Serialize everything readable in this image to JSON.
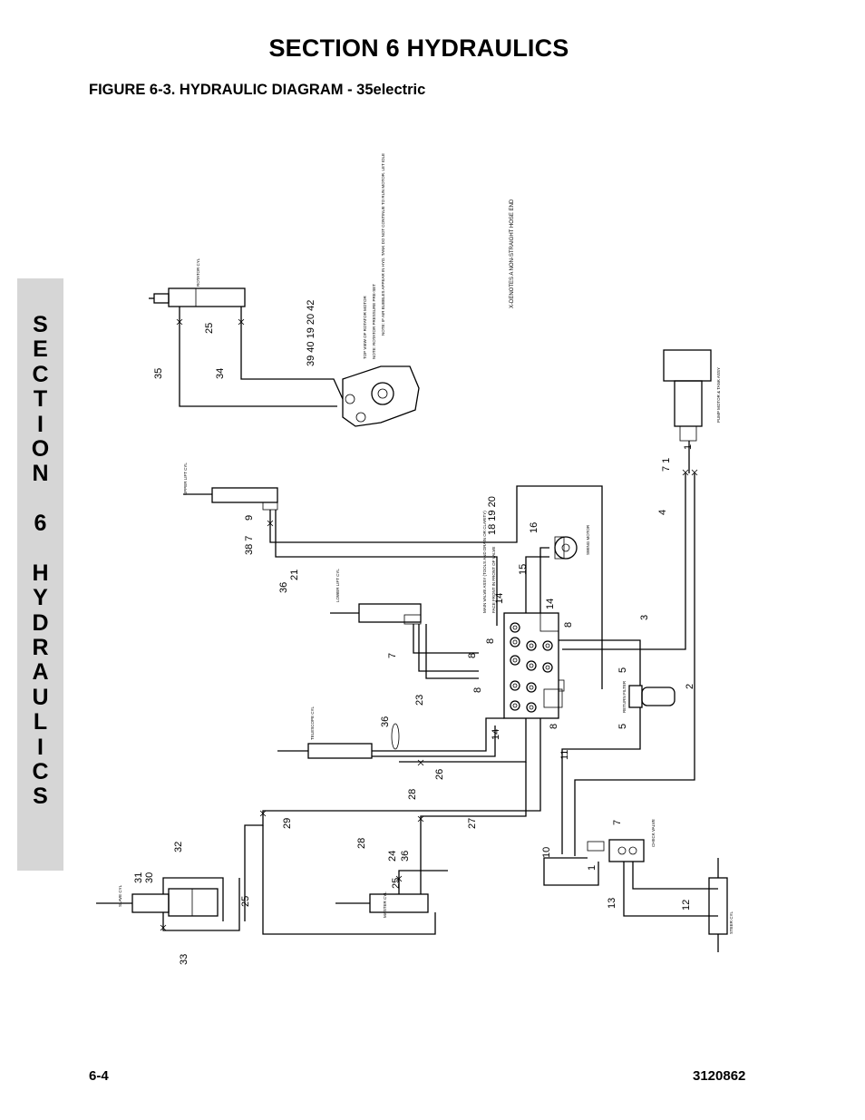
{
  "header": {
    "section_title": "SECTION 6  HYDRAULICS",
    "figure_title": "FIGURE 6-3.    HYDRAULIC DIAGRAM - 35electric"
  },
  "side_tab": {
    "letters": [
      "S",
      "E",
      "C",
      "T",
      "I",
      "O",
      "N",
      "",
      "6",
      "",
      "H",
      "Y",
      "D",
      "R",
      "A",
      "U",
      "L",
      "I",
      "C",
      "S"
    ]
  },
  "footer": {
    "page_number": "6-4",
    "doc_number": "3120862"
  },
  "diagram": {
    "callouts": {
      "c35": "35",
      "c34": "34",
      "c25_top": "25",
      "c39": "39 40 19 20 42",
      "c9": "9",
      "c38": "38  7",
      "c36_a": "36",
      "c21": "21",
      "c1820": "18 19 20",
      "c16": "16",
      "c15": "15",
      "c14_a": "14",
      "c14_b": "14",
      "c8_a": "8",
      "c8_b": "8",
      "c8_c": "8",
      "c8_d": "8",
      "c8_e": "8",
      "c7_a": "7",
      "c23": "23",
      "c36_b": "36",
      "c14_c": "14",
      "c26": "26",
      "c28_a": "28",
      "c29": "29",
      "c27": "27",
      "c28_b": "28",
      "c24": "24",
      "c36_c": "36",
      "c25_b": "25",
      "c32": "32",
      "c31": "31",
      "c30": "30",
      "c25_c": "25",
      "c33": "33",
      "c11": "11",
      "c10": "10",
      "c7_b": "7",
      "c1_a": "1",
      "c13": "13",
      "c12": "12",
      "c5_a": "5",
      "c5_b": "5",
      "c2": "2",
      "c3": "3",
      "c4": "4",
      "c7_c": "7  1",
      "c1_b": "1"
    },
    "notes": {
      "note_hose": "X-DENOTES A NON-STRAIGHT HOSE END",
      "pump_tank": "PUMP MOTOR & TANK ASSY",
      "rotator_top": "TOP VIEW OF ROTATOR MOTOR",
      "rotator_note": "NOTE: ROTATOR PRESSURE PRE-SET",
      "tank_note": "NOTE: IF AIR BUBBLES APPEAR IN HYD. TANK DO NOT CONTINUE TO RUN MOTOR. LET IDLE",
      "main_valve": "MAIN VALVE ASSY (TOOLS AND DRAIN OR CLARITY)",
      "face_front": "FACE FRONT IN FRONT OF VALVE",
      "swing_motor": "SWING MOTOR",
      "upper_lift": "UPPER LIFT CYL",
      "lower_lift": "LOWER LIFT CYL",
      "telescope": "TELESCOPE CYL",
      "master": "MASTER CYL",
      "slave": "SLAVE CYL",
      "rotator_cyl": "ROTATOR CYL",
      "return_filter": "RETURN FILTER",
      "check_valve": "CHECK VALVE",
      "steer_cyl": "STEER CYL"
    }
  }
}
